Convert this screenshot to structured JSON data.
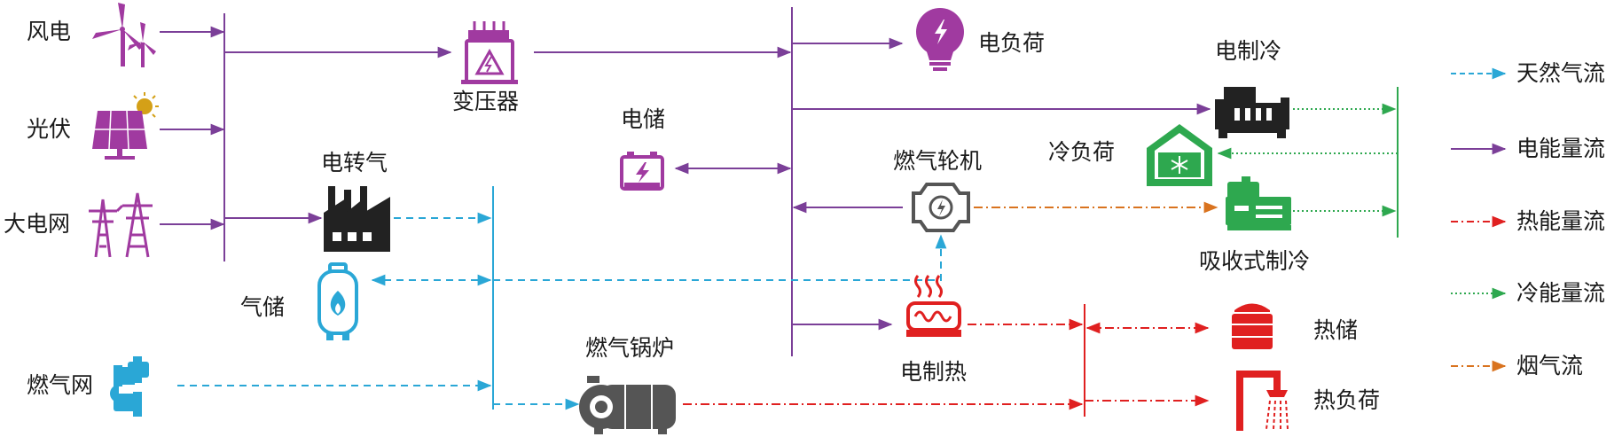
{
  "sources": {
    "wind": "风电",
    "pv": "光伏",
    "grid": "大电网",
    "gas_grid": "燃气网"
  },
  "equipment": {
    "transformer": "变压器",
    "power_to_gas": "电转气",
    "elec_storage": "电储",
    "gas_storage": "气储",
    "gas_boiler": "燃气锅炉",
    "gas_turbine": "燃气轮机",
    "electric_chiller": "电制冷",
    "absorption_chiller": "吸收式制冷",
    "electric_heater": "电制热",
    "heat_storage": "热储"
  },
  "loads": {
    "elec_load": "电负荷",
    "cold_load": "冷负荷",
    "heat_load": "热负荷"
  },
  "legend": [
    {
      "label": "天然气流",
      "color": "#2aa7d6",
      "style": "dashed"
    },
    {
      "label": "电能量流",
      "color": "#7b3f98",
      "style": "solid"
    },
    {
      "label": "热能量流",
      "color": "#e02020",
      "style": "dashdot"
    },
    {
      "label": "冷能量流",
      "color": "#2ea84f",
      "style": "dotted"
    },
    {
      "label": "烟气流",
      "color": "#d9731f",
      "style": "dashed"
    }
  ],
  "colors": {
    "electric": "#7b3f98",
    "gas": "#2aa7d6",
    "heat": "#e02020",
    "cold": "#2ea84f",
    "flue": "#d9731f",
    "icon_dark": "#222222",
    "icon_gray": "#555555"
  }
}
